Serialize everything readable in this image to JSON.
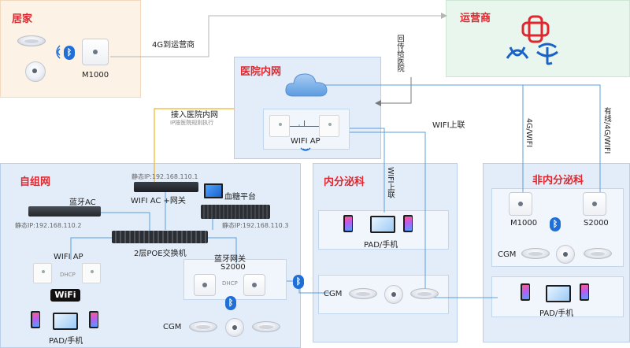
{
  "regions": {
    "home": "居家",
    "carrier": "运营商",
    "hospital_net": "医院内网",
    "adhoc": "自组网",
    "endo": "内分泌科",
    "non_endo": "非内分泌科"
  },
  "home": {
    "m1000": "M1000",
    "link_label": "4G到运营商"
  },
  "links": {
    "return_hospital": "回传给医院",
    "join_hospital": "接入医院内网",
    "join_hospital_sub": "IP按医院规则执行",
    "wifi_uplink_right": "WIFI上联",
    "wifi_uplink_mid": "WIFI上联",
    "g4_wifi": "4G/WIFI",
    "wired_4g_wifi": "有线/4G/WIFI"
  },
  "hospital": {
    "wifi_ap": "WIFI AP"
  },
  "adhoc": {
    "static_ip_1": "静态IP:192.168.110.1",
    "bt_ac": "蓝牙AC",
    "wifi_ac_gateway": "WIFI AC +网关",
    "glucose_platform": "血糖平台",
    "static_ip_2": "静态IP:192.168.110.2",
    "static_ip_3": "静态IP:192.168.110.3",
    "poe_switch": "2层POE交换机",
    "wifi_ap": "WIFI AP",
    "dhcp_1": "DHCP",
    "bt_gateway": "蓝牙网关",
    "s2000": "S2000",
    "dhcp_2": "DHCP",
    "wifi_badge": "WiFi",
    "pad_phone": "PAD/手机",
    "cgm": "CGM"
  },
  "endo": {
    "pad_phone": "PAD/手机",
    "cgm": "CGM"
  },
  "non_endo": {
    "m1000": "M1000",
    "s2000": "S2000",
    "cgm": "CGM",
    "pad_phone": "PAD/手机"
  },
  "icons": {
    "bluetooth": "bluetooth-icon",
    "wifi": "wifi-icon",
    "cloud": "cloud-icon",
    "unicom": "china-unicom-logo",
    "mobile": "china-mobile-logo",
    "telecom": "china-telecom-logo"
  },
  "colors": {
    "region_title": "#e0262e",
    "home_fill": "#fdf2e6",
    "carrier_fill": "#e9f6ee",
    "net_fill": "#e3edf9",
    "link_blue": "#5aa0de",
    "link_orange": "#f0b429",
    "link_gray": "#b5b5b5"
  }
}
